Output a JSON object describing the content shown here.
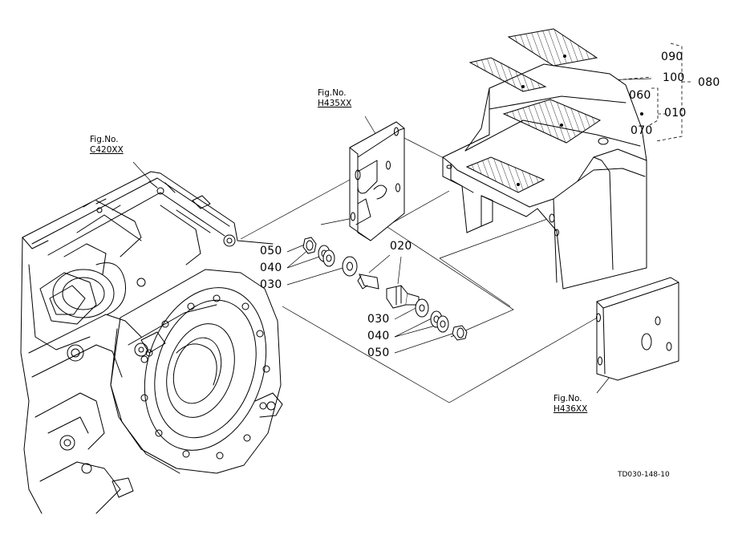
{
  "fig_refs": {
    "c420": {
      "prefix": "Fig.No.",
      "code": "C420XX"
    },
    "h435": {
      "prefix": "Fig.No.",
      "code": "H435XX"
    },
    "h436": {
      "prefix": "Fig.No.",
      "code": "H436XX"
    }
  },
  "parts": {
    "p010": "010",
    "p020": "020",
    "p030_a": "030",
    "p030_b": "030",
    "p040_a": "040",
    "p040_b": "040",
    "p050_a": "050",
    "p050_b": "050",
    "p060": "060",
    "p070": "070",
    "p080": "080",
    "p090": "090",
    "p100": "100"
  },
  "drawing_code": "TD030-148-10"
}
